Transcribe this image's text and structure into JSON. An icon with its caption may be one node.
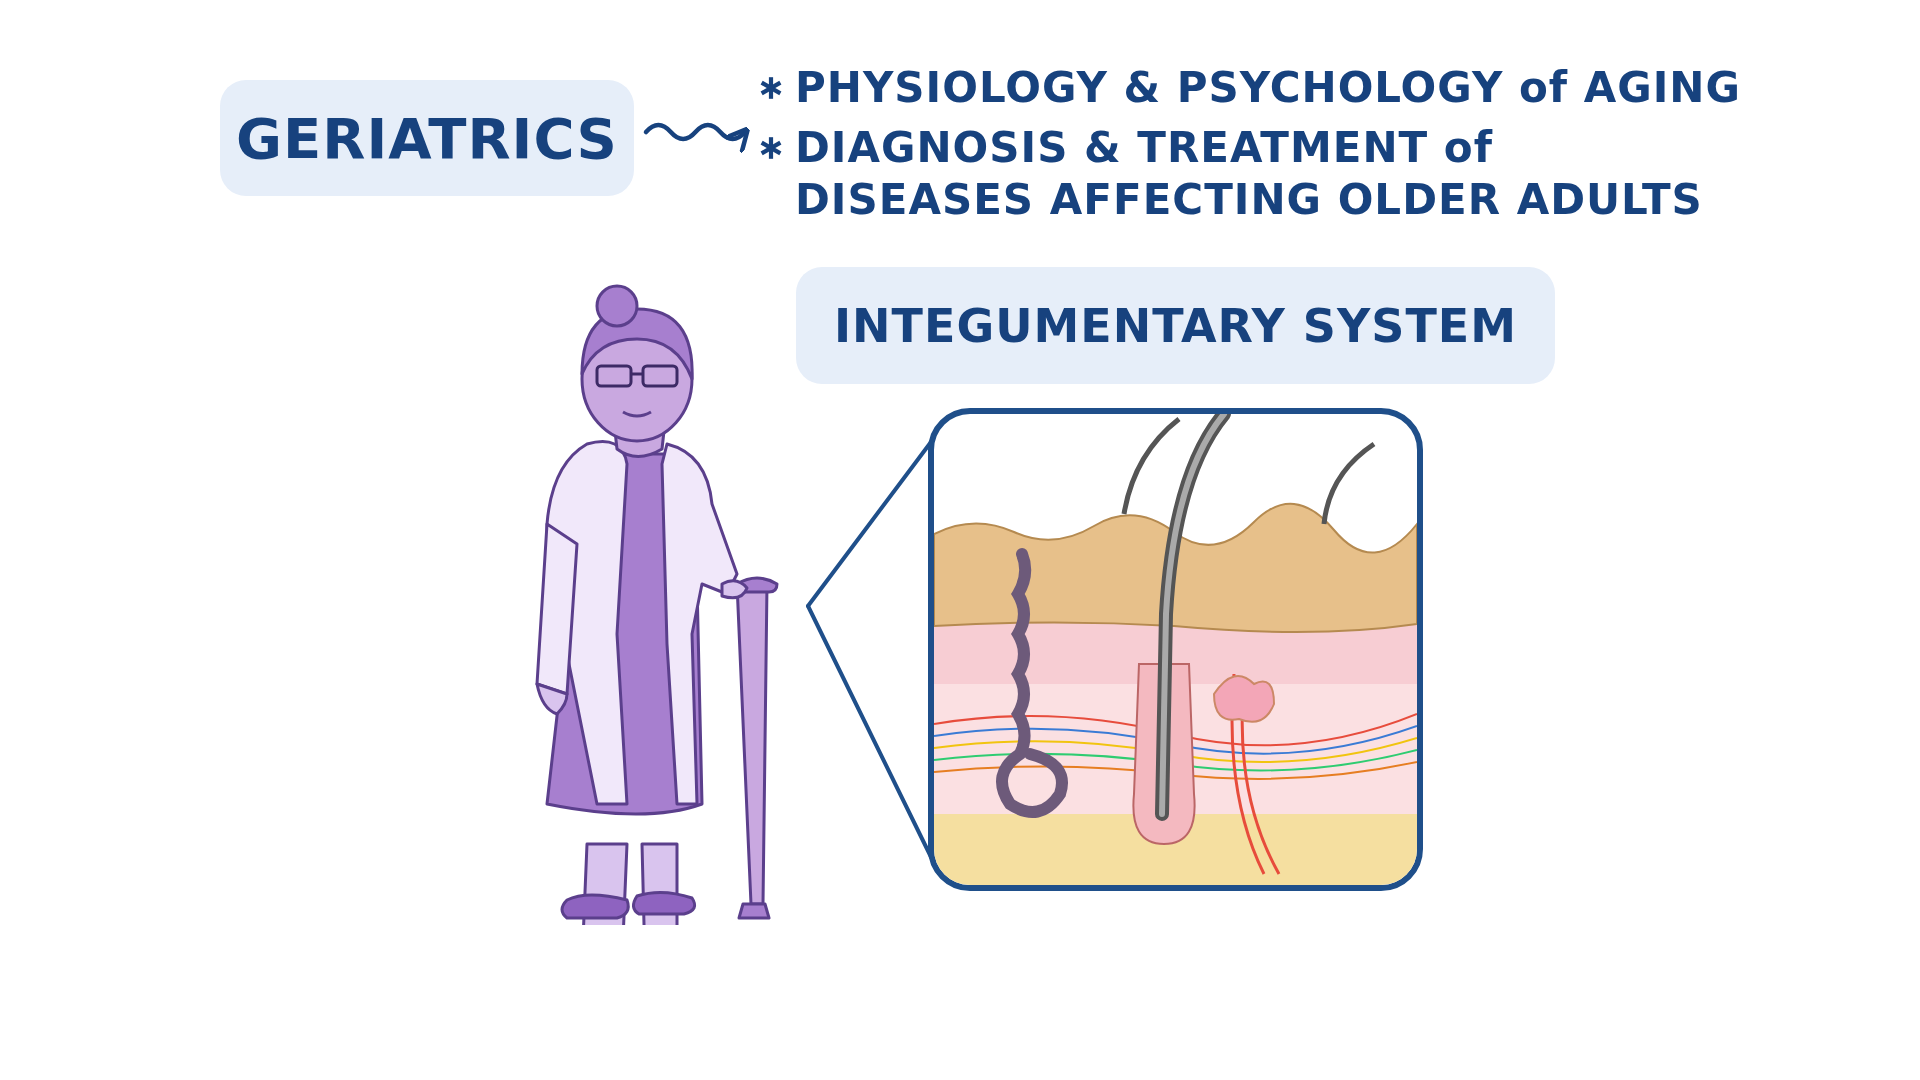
{
  "diagram": {
    "nodes": [
      {
        "text": [
          "GERIATRICS"
        ]
      },
      {
        "text": [
          "PHYSIOLOGY & PSYCHOLOGY of AGING",
          "DIAGNOSIS & TREATMENT of DISEASES AFFECTING OLDER ADULTS"
        ]
      },
      {
        "text": [
          "INTEGUMENTARY SYSTEM"
        ]
      },
      {
        "text": [],
        "shape": "picture"
      },
      {
        "text": [],
        "shape": "picture"
      }
    ],
    "edges": [
      {
        "from": 0,
        "to": 1,
        "arrow": "to"
      },
      {
        "from": 3,
        "to": 4,
        "arrow": "none"
      },
      {
        "from": 3,
        "to": 4,
        "arrow": "none"
      }
    ]
  }
}
